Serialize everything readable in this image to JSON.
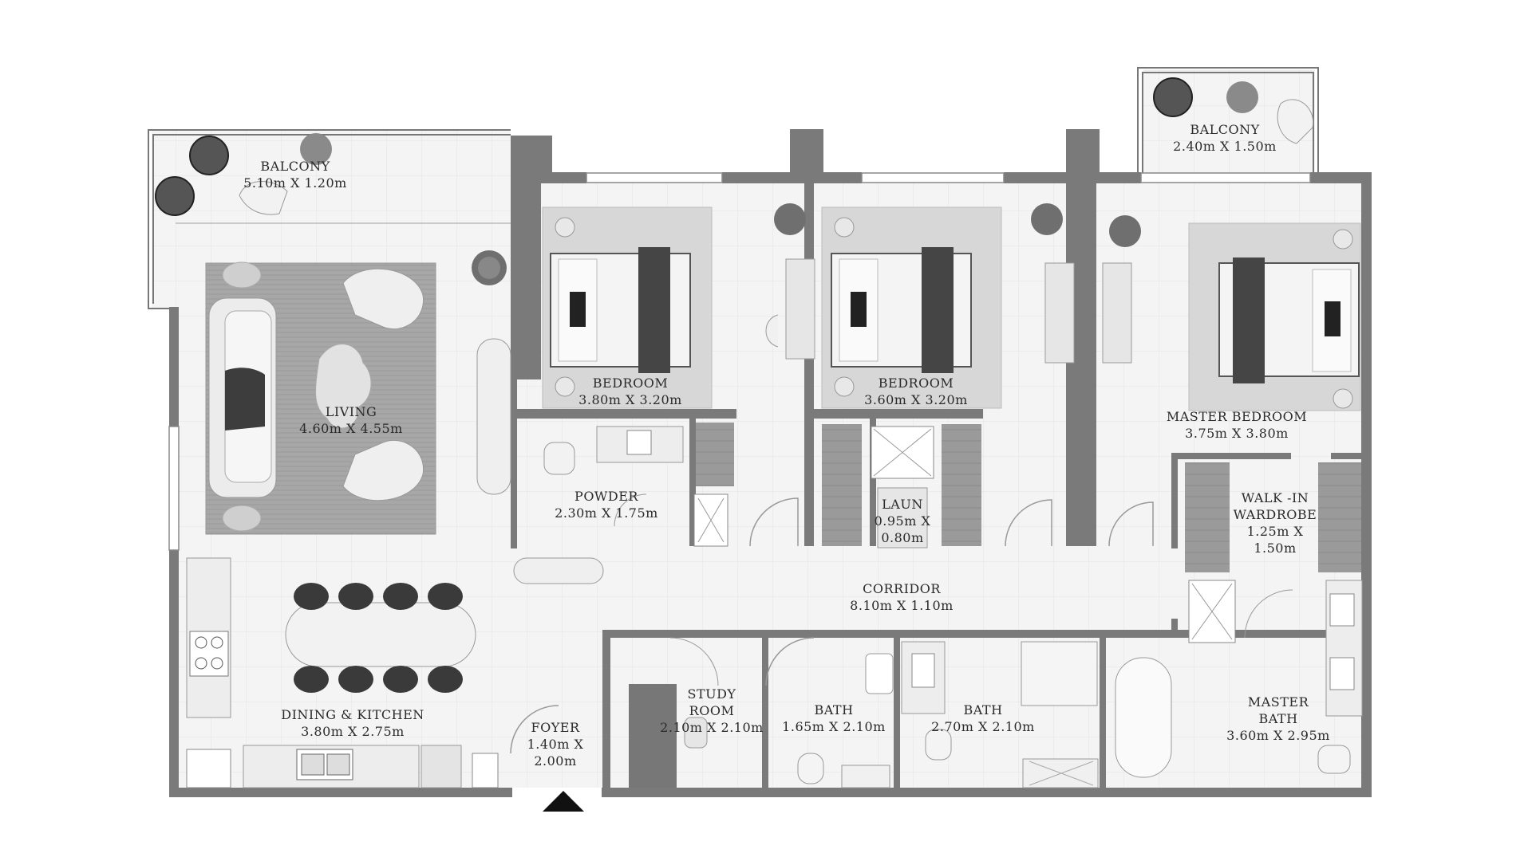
{
  "rooms": {
    "balcony_left": {
      "name": "BALCONY",
      "size": "5.10m X 1.20m"
    },
    "living": {
      "name": "LIVING",
      "size": "4.60m X 4.55m"
    },
    "bedroom_1": {
      "name": "BEDROOM",
      "size": "3.80m X 3.20m"
    },
    "bedroom_2": {
      "name": "BEDROOM",
      "size": "3.60m X 3.20m"
    },
    "balcony_right": {
      "name": "BALCONY",
      "size": "2.40m X 1.50m"
    },
    "master_bedroom": {
      "name": "MASTER BEDROOM",
      "size": "3.75m X 3.80m"
    },
    "powder": {
      "name": "POWDER",
      "size": "2.30m X 1.75m"
    },
    "laun": {
      "name": "LAUN",
      "size_line1": "0.95m X",
      "size_line2": "0.80m"
    },
    "walk_in_wardrobe": {
      "name_line1": "WALK -IN",
      "name_line2": "WARDROBE",
      "size_line1": "1.25m X",
      "size_line2": "1.50m"
    },
    "corridor": {
      "name": "CORRIDOR",
      "size": "8.10m X 1.10m"
    },
    "dining_kitchen": {
      "name": "DINING & KITCHEN",
      "size": "3.80m X 2.75m"
    },
    "foyer": {
      "name": "FOYER",
      "size_line1": "1.40m X",
      "size_line2": "2.00m"
    },
    "study_room": {
      "name_line1": "STUDY",
      "name_line2": "ROOM",
      "size": "2.10m X 2.10m"
    },
    "bath_1": {
      "name": "BATH",
      "size": "1.65m X 2.10m"
    },
    "bath_2": {
      "name": "BATH",
      "size": "2.70m X 2.10m"
    },
    "master_bath": {
      "name_line1": "MASTER",
      "name_line2": "BATH",
      "size": "3.60m X 2.95m"
    }
  },
  "colors": {
    "wall": "#7a7a7a",
    "floor": "#f3f3f3",
    "rug": "#a9a9a9",
    "throw": "#3d3d3d"
  },
  "icons": {
    "entry": "entry-arrow-icon"
  }
}
